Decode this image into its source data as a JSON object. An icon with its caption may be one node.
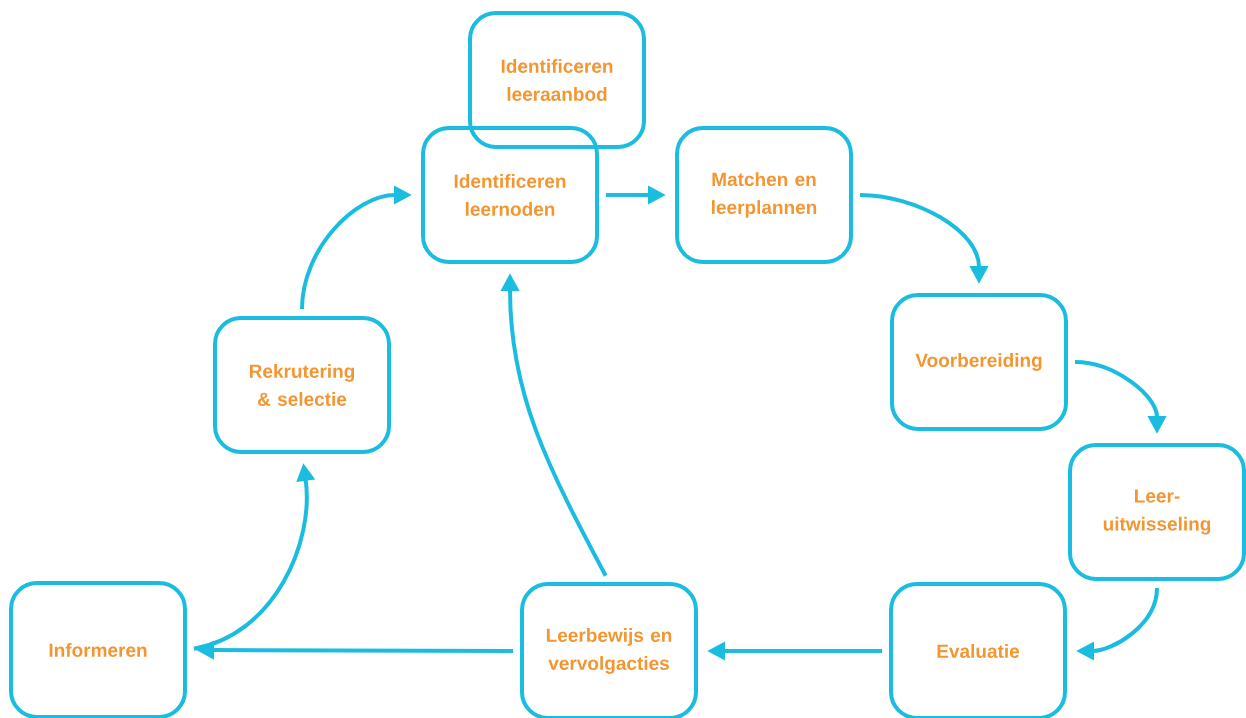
{
  "diagram": {
    "nodes": [
      {
        "text": [
          "Identificeren leeraanbod"
        ]
      },
      {
        "text": [
          "Identificeren leernoden"
        ]
      },
      {
        "text": [
          "Matchen en leerplannen"
        ]
      },
      {
        "text": [
          "Voorbereiding"
        ]
      },
      {
        "text": [
          "Leer- uitwisseling"
        ]
      },
      {
        "text": [
          "Evaluatie"
        ]
      },
      {
        "text": [
          "Leerbewijs en vervolgacties"
        ]
      },
      {
        "text": [
          "Informeren"
        ]
      },
      {
        "text": [
          "Rekrutering & selectie"
        ]
      }
    ],
    "edges": [
      {
        "from": 1,
        "to": 2,
        "arrow": "to"
      },
      {
        "from": 2,
        "to": 3,
        "arrow": "to"
      },
      {
        "from": 3,
        "to": 4,
        "arrow": "to"
      },
      {
        "from": 4,
        "to": 5,
        "arrow": "to"
      },
      {
        "from": 5,
        "to": 6,
        "arrow": "to"
      },
      {
        "from": 6,
        "to": 7,
        "arrow": "to"
      },
      {
        "from": 6,
        "to": 1,
        "arrow": "to"
      },
      {
        "from": 7,
        "to": 8,
        "arrow": "to"
      },
      {
        "from": 8,
        "to": 1,
        "arrow": "to"
      }
    ]
  }
}
